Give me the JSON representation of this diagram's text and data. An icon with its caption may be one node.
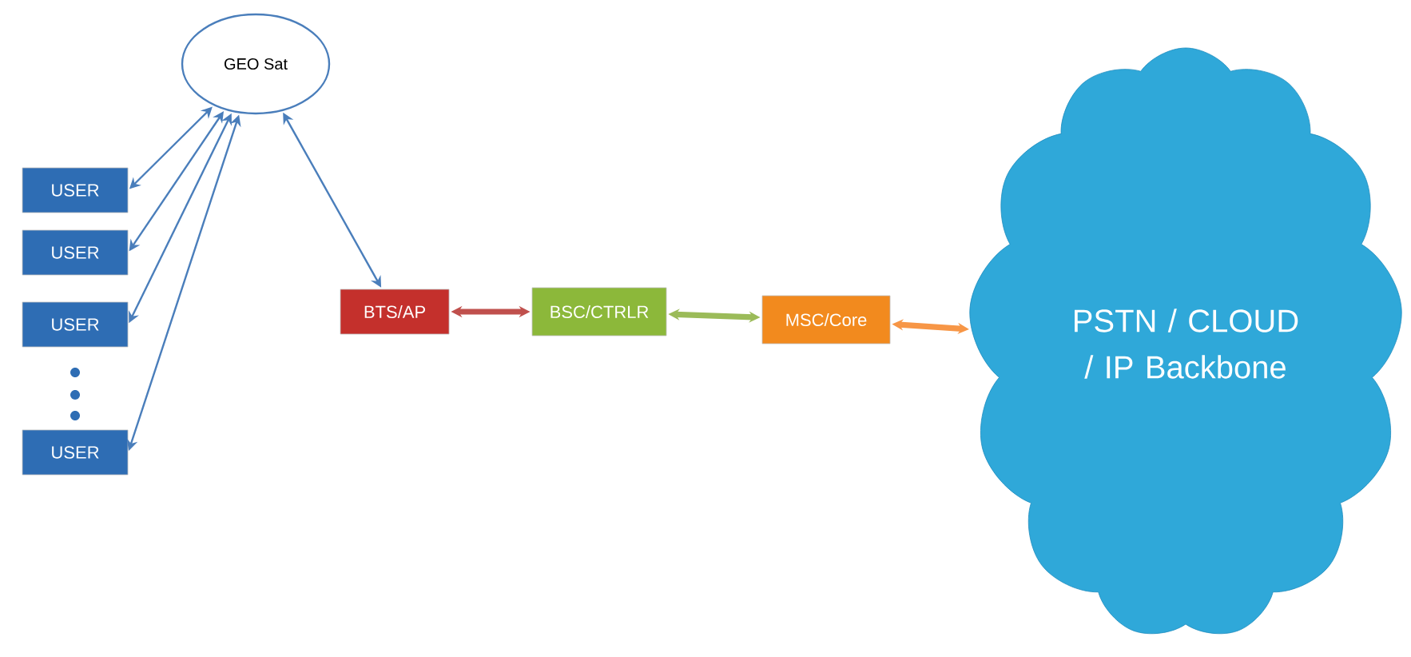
{
  "diagram": {
    "nodes": [
      {
        "text": [
          "GEO Sat"
        ]
      },
      {
        "text": [
          "USER"
        ]
      },
      {
        "text": [
          "USER"
        ]
      },
      {
        "text": [
          "USER"
        ]
      },
      {
        "text": [
          "USER"
        ]
      },
      {
        "text": [
          "BTS/AP"
        ]
      },
      {
        "text": [
          "BSC/CTRLR"
        ]
      },
      {
        "text": [
          "MSC/Core"
        ]
      },
      {
        "text": [
          "PSTN / CLOUD / IP Backbone"
        ]
      }
    ],
    "edges": [
      {
        "from": 1,
        "to": 0,
        "arrow": "both"
      },
      {
        "from": 2,
        "to": 0,
        "arrow": "both"
      },
      {
        "from": 3,
        "to": 0,
        "arrow": "both"
      },
      {
        "from": 4,
        "to": 0,
        "arrow": "both"
      },
      {
        "from": 0,
        "to": 5,
        "arrow": "both"
      },
      {
        "from": 5,
        "to": 6,
        "arrow": "both",
        "style": "thick",
        "color": "#c0504d"
      },
      {
        "from": 6,
        "to": 7,
        "arrow": "both",
        "style": "thick",
        "color": "#9bbb59"
      },
      {
        "from": 7,
        "to": 8,
        "arrow": "both",
        "style": "thick",
        "color": "#f79646"
      }
    ]
  }
}
